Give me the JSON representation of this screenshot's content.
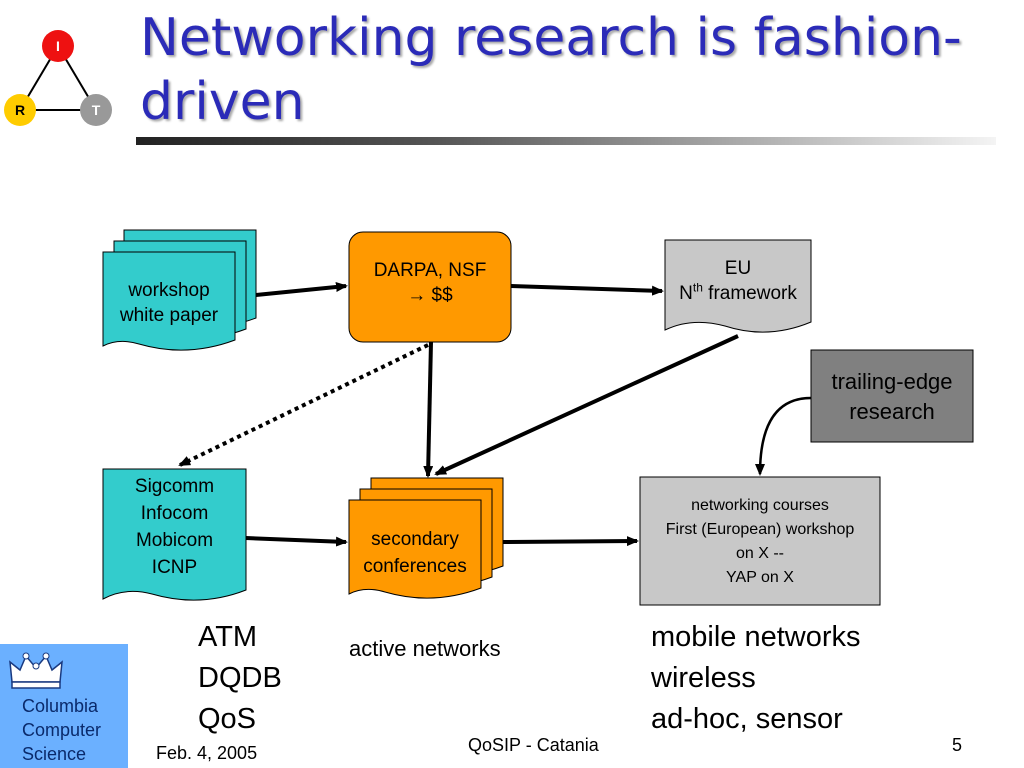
{
  "slide": {
    "title": "Networking research is fashion-driven",
    "page_number": "5",
    "date": "Feb. 4, 2005",
    "footer_center": "QoSIP - Catania"
  },
  "logo": {
    "nodes": [
      "I",
      "R",
      "T"
    ],
    "institution_lines": [
      "Columbia",
      "Computer",
      "Science"
    ]
  },
  "diagram": {
    "workshop": {
      "line1": "workshop",
      "line2": "white paper"
    },
    "darpa": {
      "line1": "DARPA, NSF",
      "line2": "→ $$"
    },
    "eu": {
      "line1": "EU",
      "line2_prefix": "N",
      "line2_sup": "th",
      "line2_suffix": " framework"
    },
    "trailing": {
      "line1": "trailing-edge",
      "line2": "research"
    },
    "toptier": {
      "lines": [
        "Sigcomm",
        "Infocom",
        "Mobicom",
        "ICNP"
      ]
    },
    "secondary": {
      "line1": "secondary",
      "line2": "conferences"
    },
    "courses": {
      "lines": [
        "networking courses",
        "First (European) workshop",
        "on X --",
        "YAP on X"
      ]
    }
  },
  "topics": {
    "left": [
      "ATM",
      "DQDB",
      "QoS"
    ],
    "middle": [
      "active networks"
    ],
    "right": [
      "mobile networks",
      "wireless",
      "ad-hoc, sensor"
    ]
  },
  "colors": {
    "title": "#2b2bb8",
    "teal": "#33cccc",
    "orange": "#ff9900",
    "light_gray": "#c8c8c8",
    "dark_gray": "#808080",
    "logo_red": "#ee1111",
    "logo_yellow": "#ffcc00",
    "logo_gray": "#999999",
    "logo_blue": "#6bb0ff"
  }
}
